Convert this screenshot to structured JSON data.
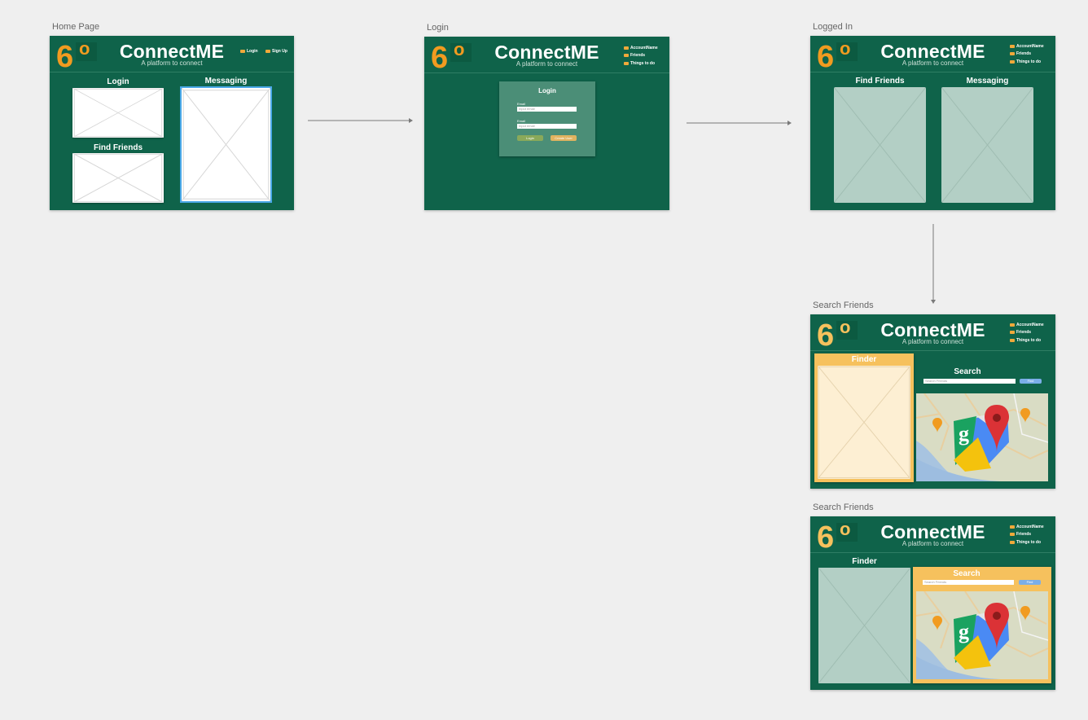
{
  "brand": {
    "name": "ConnectME",
    "tagline": "A platform to connect",
    "logo_six": "6",
    "logo_deg": "o"
  },
  "colors": {
    "board": "#0f634a",
    "accent": "#f0a93a",
    "pale_green": "#b3cfc5",
    "cream": "#fdefd3",
    "gold": "#f6c15d"
  },
  "artboards": [
    {
      "title": "Home Page",
      "nav": [
        "Login",
        "Sign Up"
      ],
      "sections": {
        "login": "Login",
        "find_friends": "Find Friends",
        "messaging": "Messaging"
      }
    },
    {
      "title": "Login",
      "nav": [
        "AccountName",
        "Friends",
        "Things to do"
      ],
      "form": {
        "heading": "Login",
        "email_label_1": "Email",
        "email_placeholder_1": "Input email",
        "email_label_2": "Email",
        "email_placeholder_2": "Input email",
        "login_button": "Login",
        "create_button": "Create User"
      }
    },
    {
      "title": "Logged In",
      "nav": [
        "AccountName",
        "Friends",
        "Things to do"
      ],
      "sections": {
        "find_friends": "Find Friends",
        "messaging": "Messaging"
      }
    },
    {
      "title": "Search Friends",
      "nav": [
        "AccountName",
        "Friends",
        "Things to do"
      ],
      "sections": {
        "finder": "Finder",
        "search": "Search"
      },
      "search_placeholder": "Search Friends",
      "find_button": "Find"
    },
    {
      "title": "Search Friends",
      "nav": [
        "AccountName",
        "Friends",
        "Things to do"
      ],
      "sections": {
        "finder": "Finder",
        "search": "Search"
      },
      "search_placeholder": "Search Friends",
      "find_button": "Find"
    }
  ],
  "map_icon_letter": "g"
}
